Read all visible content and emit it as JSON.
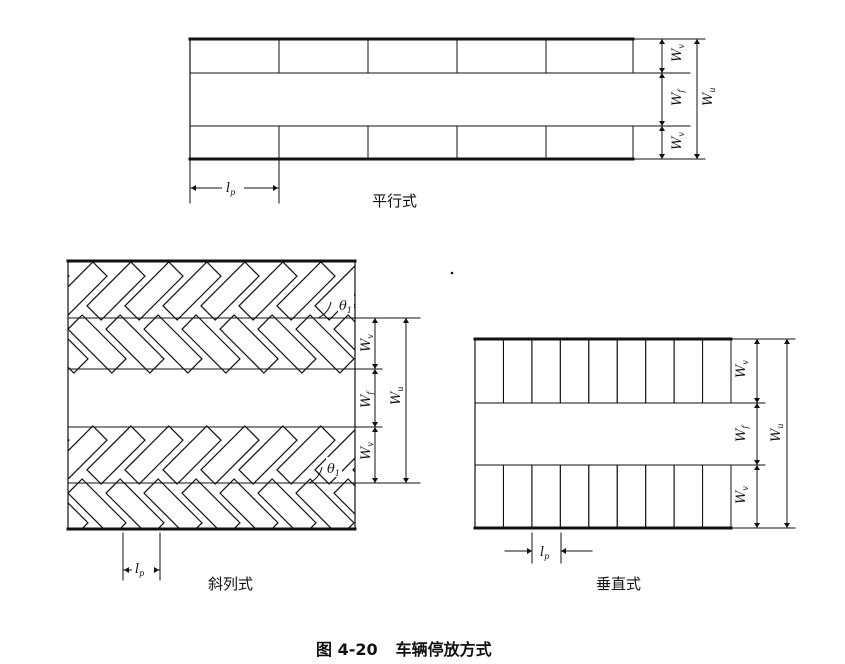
{
  "figure": {
    "number": "图 4-20",
    "title": "车辆停放方式"
  },
  "panels": {
    "parallel": {
      "caption": "平行式"
    },
    "angled": {
      "caption": "斜列式"
    },
    "vertical": {
      "caption": "垂直式"
    }
  },
  "labels": {
    "stall_length": "l",
    "stall_length_sub": "p",
    "stall_depth": "W",
    "stall_depth_sub": "v",
    "aisle_width": "W",
    "aisle_width_sub": "f",
    "total_width": "W",
    "total_width_sub": "u",
    "angle": "θ",
    "angle_sub": "1"
  }
}
